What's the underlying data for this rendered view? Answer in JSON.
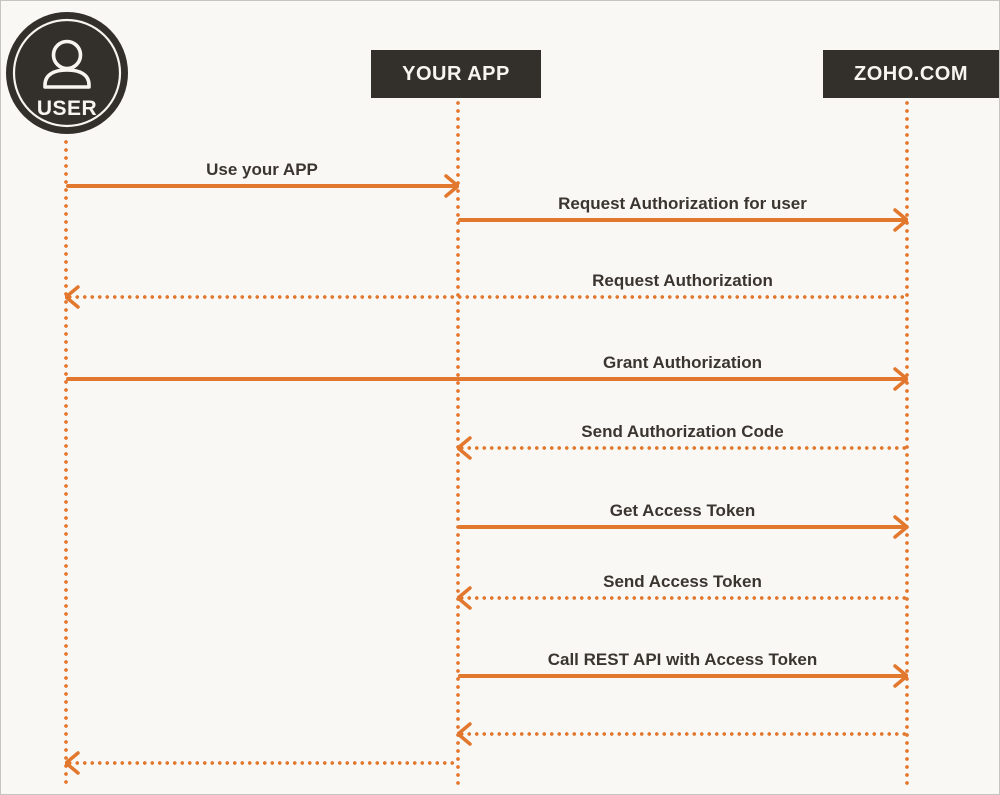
{
  "colors": {
    "accent_orange": "#e2772e",
    "actor_dark": "#332f2b",
    "background": "#faf8f5",
    "label_text": "#3b3530"
  },
  "actors": [
    {
      "id": "user",
      "label": "USER",
      "icon": "person-icon"
    },
    {
      "id": "your-app",
      "label": "YOUR APP"
    },
    {
      "id": "zoho",
      "label": "ZOHO.COM"
    }
  ],
  "messages": [
    {
      "label": "Use your APP",
      "from": "USER",
      "to": "YOUR APP",
      "line": "solid"
    },
    {
      "label": "Request Authorization for user",
      "from": "YOUR APP",
      "to": "ZOHO.COM",
      "line": "solid"
    },
    {
      "label": "Request Authorization",
      "from": "ZOHO.COM",
      "to": "USER",
      "line": "dotted"
    },
    {
      "label": "Grant Authorization",
      "from": "USER",
      "to": "ZOHO.COM",
      "line": "solid"
    },
    {
      "label": "Send Authorization Code",
      "from": "ZOHO.COM",
      "to": "YOUR APP",
      "line": "dotted"
    },
    {
      "label": "Get Access Token",
      "from": "YOUR APP",
      "to": "ZOHO.COM",
      "line": "solid"
    },
    {
      "label": "Send Access Token",
      "from": "ZOHO.COM",
      "to": "YOUR APP",
      "line": "dotted"
    },
    {
      "label": "Call REST API with Access Token",
      "from": "YOUR APP",
      "to": "ZOHO.COM",
      "line": "solid"
    },
    {
      "label": "",
      "from": "ZOHO.COM",
      "to": "YOUR APP",
      "line": "dotted"
    },
    {
      "label": "",
      "from": "YOUR APP",
      "to": "USER",
      "line": "dotted"
    }
  ]
}
